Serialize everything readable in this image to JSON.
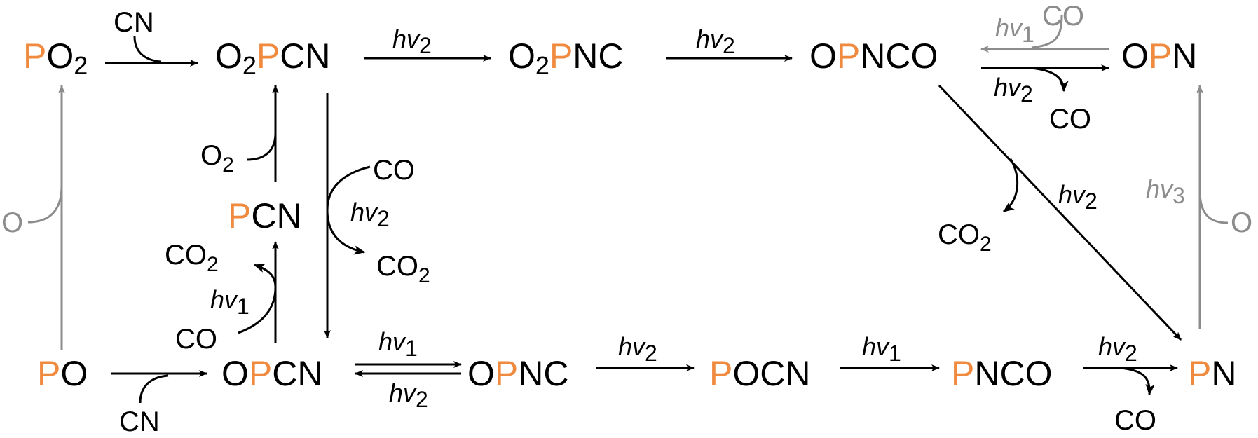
{
  "colors": {
    "phosphorus": "#f08a3e",
    "grey_path": "#8c8c8c",
    "text": "#000000"
  },
  "species": {
    "PO2": [
      "P",
      "O",
      "2"
    ],
    "O2PCN": [
      "O",
      "2",
      "P",
      "CN"
    ],
    "O2PNC": [
      "O",
      "2",
      "P",
      "NC"
    ],
    "OPNCO_top": [
      "O",
      "P",
      "NCO"
    ],
    "OPN": [
      "O",
      "P",
      "N"
    ],
    "PCN": [
      "P",
      "CN"
    ],
    "PO": [
      "P",
      "O"
    ],
    "OPCN": [
      "O",
      "P",
      "CN"
    ],
    "OPNC": [
      "O",
      "P",
      "NC"
    ],
    "POCN": [
      "P",
      "OCN"
    ],
    "PNCO": [
      "P",
      "NCO"
    ],
    "PN": [
      "P",
      "N"
    ]
  },
  "molecules": {
    "CN": "CN",
    "CO": "CO",
    "CO2": [
      "CO",
      "2"
    ],
    "O2": [
      "O",
      "2"
    ],
    "O": "O"
  },
  "labels": {
    "hv": "hv",
    "n1": "1",
    "n2": "2",
    "n3": "3"
  }
}
